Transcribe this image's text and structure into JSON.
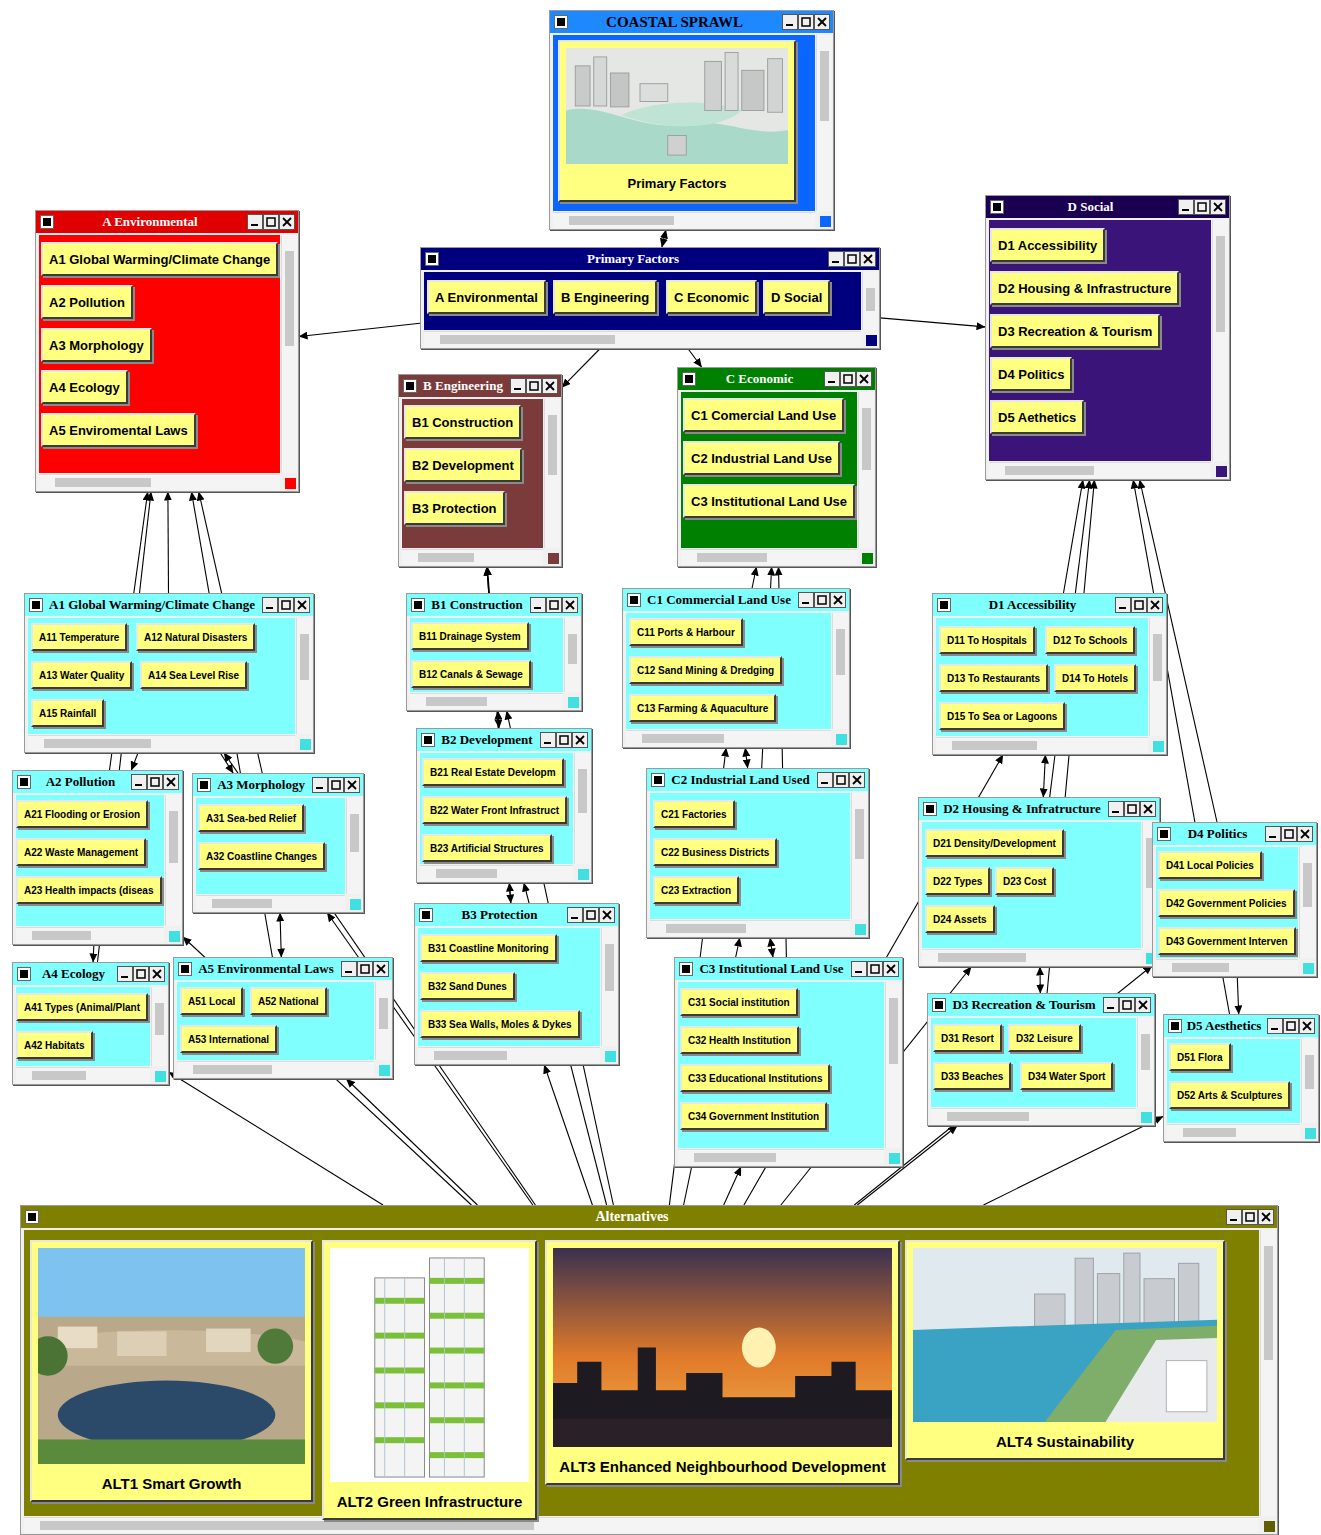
{
  "diagram": {
    "nodes": [
      {
        "text": [
          "COASTAL SPRAWL"
        ]
      },
      {
        "text": [
          "Primary Factors"
        ],
        "in": 0
      },
      {
        "text": [
          "A Environmental"
        ]
      },
      {
        "text": [
          "A1 Global Warming/Climate Change"
        ],
        "in": 2
      },
      {
        "text": [
          "A2 Pollution"
        ],
        "in": 2
      },
      {
        "text": [
          "A3 Morphology"
        ],
        "in": 2
      },
      {
        "text": [
          "A4 Ecology"
        ],
        "in": 2
      },
      {
        "text": [
          "A5 Enviromental Laws"
        ],
        "in": 2
      },
      {
        "text": [
          "Primary Factors"
        ]
      },
      {
        "text": [
          "A Environmental"
        ],
        "in": 8
      },
      {
        "text": [
          "B Engineering"
        ],
        "in": 8
      },
      {
        "text": [
          "C Economic"
        ],
        "in": 8
      },
      {
        "text": [
          "D Social"
        ],
        "in": 8
      },
      {
        "text": [
          "D Social"
        ]
      },
      {
        "text": [
          "D1 Accessibility"
        ],
        "in": 13
      },
      {
        "text": [
          "D2 Housing & Infrastructure"
        ],
        "in": 13
      },
      {
        "text": [
          "D3 Recreation & Tourism"
        ],
        "in": 13
      },
      {
        "text": [
          "D4 Politics"
        ],
        "in": 13
      },
      {
        "text": [
          "D5 Aethetics"
        ],
        "in": 13
      },
      {
        "text": [
          "B Engineering"
        ]
      },
      {
        "text": [
          "B1 Construction"
        ],
        "in": 19
      },
      {
        "text": [
          "B2 Development"
        ],
        "in": 19
      },
      {
        "text": [
          "B3 Protection"
        ],
        "in": 19
      },
      {
        "text": [
          "C Economic"
        ]
      },
      {
        "text": [
          "C1 Comercial Land Use"
        ],
        "in": 23
      },
      {
        "text": [
          "C2 Industrial Land Use"
        ],
        "in": 23
      },
      {
        "text": [
          "C3 Institutional Land Use"
        ],
        "in": 23
      },
      {
        "text": [
          "A1 Global Warming/Climate Change"
        ]
      },
      {
        "text": [
          "A11 Temperature"
        ],
        "in": 27
      },
      {
        "text": [
          "A12 Natural Disasters"
        ],
        "in": 27
      },
      {
        "text": [
          "A13 Water Quality"
        ],
        "in": 27
      },
      {
        "text": [
          "A14 Sea Level Rise"
        ],
        "in": 27
      },
      {
        "text": [
          "A15 Rainfall"
        ],
        "in": 27
      },
      {
        "text": [
          "B1 Construction"
        ]
      },
      {
        "text": [
          "B11 Drainage System"
        ],
        "in": 33
      },
      {
        "text": [
          "B12 Canals & Sewage"
        ],
        "in": 33
      },
      {
        "text": [
          "C1 Commercial Land Use"
        ]
      },
      {
        "text": [
          "C11 Ports & Harbour"
        ],
        "in": 36
      },
      {
        "text": [
          "C12 Sand Mining & Dredging"
        ],
        "in": 36
      },
      {
        "text": [
          "C13 Farming & Aquaculture"
        ],
        "in": 36
      },
      {
        "text": [
          "D1 Accessibility"
        ]
      },
      {
        "text": [
          "D11 To Hospitals"
        ],
        "in": 40
      },
      {
        "text": [
          "D12 To Schools"
        ],
        "in": 40
      },
      {
        "text": [
          "D13 To Restaurants"
        ],
        "in": 40
      },
      {
        "text": [
          "D14 To Hotels"
        ],
        "in": 40
      },
      {
        "text": [
          "D15 To Sea or Lagoons"
        ],
        "in": 40
      },
      {
        "text": [
          "A2 Pollution"
        ]
      },
      {
        "text": [
          "A21 Flooding or Erosion"
        ],
        "in": 46
      },
      {
        "text": [
          "A22 Waste Management"
        ],
        "in": 46
      },
      {
        "text": [
          "A23 Health impacts (diseas"
        ],
        "in": 46
      },
      {
        "text": [
          "A3 Morphology"
        ]
      },
      {
        "text": [
          "A31 Sea-bed Relief"
        ],
        "in": 50
      },
      {
        "text": [
          "A32 Coastline Changes"
        ],
        "in": 50
      },
      {
        "text": [
          "B2 Development"
        ]
      },
      {
        "text": [
          "B21 Real Estate Developm"
        ],
        "in": 53
      },
      {
        "text": [
          "B22 Water Front Infrastruct"
        ],
        "in": 53
      },
      {
        "text": [
          "B23 Artificial Structures"
        ],
        "in": 53
      },
      {
        "text": [
          "C2 Industrial Land Used"
        ]
      },
      {
        "text": [
          "C21 Factories"
        ],
        "in": 57
      },
      {
        "text": [
          "C22 Business Districts"
        ],
        "in": 57
      },
      {
        "text": [
          "C23 Extraction"
        ],
        "in": 57
      },
      {
        "text": [
          "D2 Housing & Infratructure"
        ]
      },
      {
        "text": [
          "D21 Density/Development"
        ],
        "in": 61
      },
      {
        "text": [
          "D22 Types"
        ],
        "in": 61
      },
      {
        "text": [
          "D23 Cost"
        ],
        "in": 61
      },
      {
        "text": [
          "D24 Assets"
        ],
        "in": 61
      },
      {
        "text": [
          "D4 Politics"
        ]
      },
      {
        "text": [
          "D41 Local Policies"
        ],
        "in": 66
      },
      {
        "text": [
          "D42 Government Policies"
        ],
        "in": 66
      },
      {
        "text": [
          "D43 Government Interven"
        ],
        "in": 66
      },
      {
        "text": [
          "A4 Ecology"
        ]
      },
      {
        "text": [
          "A41 Types (Animal/Plant"
        ],
        "in": 70
      },
      {
        "text": [
          "A42 Habitats"
        ],
        "in": 70
      },
      {
        "text": [
          "A5 Environmental Laws"
        ]
      },
      {
        "text": [
          "A51 Local"
        ],
        "in": 73
      },
      {
        "text": [
          "A52 National"
        ],
        "in": 73
      },
      {
        "text": [
          "A53 International"
        ],
        "in": 73
      },
      {
        "text": [
          "B3 Protection"
        ]
      },
      {
        "text": [
          "B31 Coastline Monitoring"
        ],
        "in": 77
      },
      {
        "text": [
          "B32 Sand Dunes"
        ],
        "in": 77
      },
      {
        "text": [
          "B33 Sea Walls, Moles & Dykes"
        ],
        "in": 77
      },
      {
        "text": [
          "C3 Institutional Land Use"
        ]
      },
      {
        "text": [
          "C31 Social institution"
        ],
        "in": 81
      },
      {
        "text": [
          "C32 Health Institution"
        ],
        "in": 81
      },
      {
        "text": [
          "C33 Educational Institutions"
        ],
        "in": 81
      },
      {
        "text": [
          "C34 Government Institution"
        ],
        "in": 81
      },
      {
        "text": [
          "D3 Recreation & Tourism"
        ]
      },
      {
        "text": [
          "D31 Resort"
        ],
        "in": 86
      },
      {
        "text": [
          "D32 Leisure"
        ],
        "in": 86
      },
      {
        "text": [
          "D33 Beaches"
        ],
        "in": 86
      },
      {
        "text": [
          "D34 Water Sport"
        ],
        "in": 86
      },
      {
        "text": [
          "D5 Aesthetics"
        ]
      },
      {
        "text": [
          "D51 Flora"
        ],
        "in": 91
      },
      {
        "text": [
          "D52 Arts & Sculptures"
        ],
        "in": 91
      },
      {
        "text": [
          "Alternatives"
        ]
      },
      {
        "text": [
          "ALT1 Smart Growth"
        ],
        "in": 94
      },
      {
        "text": [
          "ALT2 Green Infrastructure"
        ],
        "in": 94
      },
      {
        "text": [
          "ALT3 Enhanced Neighbourhood Development"
        ],
        "in": 94
      },
      {
        "text": [
          "ALT4 Sustainability"
        ],
        "in": 94
      }
    ],
    "edges": [
      {
        "from": 8,
        "to": 0,
        "arrow": "both"
      },
      {
        "from": 8,
        "to": 2,
        "arrow": "to"
      },
      {
        "from": 8,
        "to": 19,
        "arrow": "to"
      },
      {
        "from": 8,
        "to": 23,
        "arrow": "to"
      },
      {
        "from": 8,
        "to": 13,
        "arrow": "to"
      },
      {
        "from": 27,
        "to": 2,
        "arrow": "to"
      },
      {
        "from": 46,
        "to": 2,
        "arrow": "to"
      },
      {
        "from": 50,
        "to": 2,
        "arrow": "to"
      },
      {
        "from": 70,
        "to": 2,
        "arrow": "to"
      },
      {
        "from": 73,
        "to": 2,
        "arrow": "to"
      },
      {
        "from": 33,
        "to": 19,
        "arrow": "to"
      },
      {
        "from": 53,
        "to": 19,
        "arrow": "to"
      },
      {
        "from": 77,
        "to": 19,
        "arrow": "to"
      },
      {
        "from": 36,
        "to": 23,
        "arrow": "to"
      },
      {
        "from": 57,
        "to": 23,
        "arrow": "to"
      },
      {
        "from": 81,
        "to": 23,
        "arrow": "to"
      },
      {
        "from": 40,
        "to": 13,
        "arrow": "to"
      },
      {
        "from": 61,
        "to": 13,
        "arrow": "to"
      },
      {
        "from": 86,
        "to": 13,
        "arrow": "to"
      },
      {
        "from": 66,
        "to": 13,
        "arrow": "to"
      },
      {
        "from": 91,
        "to": 13,
        "arrow": "to"
      },
      {
        "from": 94,
        "to": 27,
        "arrow": "to"
      },
      {
        "from": 94,
        "to": 46,
        "arrow": "to"
      },
      {
        "from": 94,
        "to": 50,
        "arrow": "to"
      },
      {
        "from": 94,
        "to": 70,
        "arrow": "to"
      },
      {
        "from": 94,
        "to": 73,
        "arrow": "to"
      },
      {
        "from": 94,
        "to": 33,
        "arrow": "to"
      },
      {
        "from": 94,
        "to": 53,
        "arrow": "to"
      },
      {
        "from": 94,
        "to": 77,
        "arrow": "to"
      },
      {
        "from": 94,
        "to": 36,
        "arrow": "to"
      },
      {
        "from": 94,
        "to": 57,
        "arrow": "to"
      },
      {
        "from": 94,
        "to": 81,
        "arrow": "to"
      },
      {
        "from": 94,
        "to": 40,
        "arrow": "to"
      },
      {
        "from": 94,
        "to": 61,
        "arrow": "to"
      },
      {
        "from": 94,
        "to": 86,
        "arrow": "to"
      },
      {
        "from": 94,
        "to": 66,
        "arrow": "to"
      },
      {
        "from": 94,
        "to": 91,
        "arrow": "to"
      },
      {
        "from": 27,
        "to": 46,
        "arrow": "to"
      },
      {
        "from": 27,
        "to": 50,
        "arrow": "to"
      },
      {
        "from": 73,
        "to": 50,
        "arrow": "both"
      },
      {
        "from": 46,
        "to": 70,
        "arrow": "to"
      },
      {
        "from": 33,
        "to": 53,
        "arrow": "both"
      },
      {
        "from": 53,
        "to": 77,
        "arrow": "both"
      },
      {
        "from": 36,
        "to": 57,
        "arrow": "both"
      },
      {
        "from": 57,
        "to": 81,
        "arrow": "both"
      },
      {
        "from": 40,
        "to": 61,
        "arrow": "both"
      },
      {
        "from": 61,
        "to": 86,
        "arrow": "both"
      },
      {
        "from": 66,
        "to": 91,
        "arrow": "to"
      }
    ]
  }
}
